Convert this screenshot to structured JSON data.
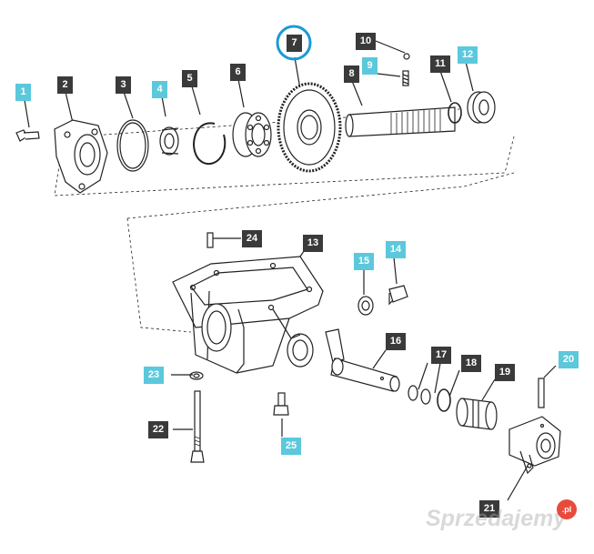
{
  "diagram": {
    "highlight_color": "#1a9ad6",
    "dark_label_color": "#3a3a3a",
    "blue_label_color": "#5bc8dc",
    "callouts": [
      {
        "id": "c1",
        "text": "1",
        "style": "cyan"
      },
      {
        "id": "c2",
        "text": "2",
        "style": "dark"
      },
      {
        "id": "c3",
        "text": "3",
        "style": "dark"
      },
      {
        "id": "c4",
        "text": "4",
        "style": "cyan"
      },
      {
        "id": "c5",
        "text": "5",
        "style": "dark"
      },
      {
        "id": "c6",
        "text": "6",
        "style": "dark"
      },
      {
        "id": "c7",
        "text": "7",
        "style": "dark"
      },
      {
        "id": "c8",
        "text": "8",
        "style": "dark"
      },
      {
        "id": "c9",
        "text": "9",
        "style": "cyan"
      },
      {
        "id": "c10",
        "text": "10",
        "style": "dark"
      },
      {
        "id": "c11",
        "text": "11",
        "style": "dark"
      },
      {
        "id": "c12",
        "text": "12",
        "style": "cyan"
      },
      {
        "id": "c13",
        "text": "13",
        "style": "dark"
      },
      {
        "id": "c14",
        "text": "14",
        "style": "cyan"
      },
      {
        "id": "c15",
        "text": "15",
        "style": "cyan"
      },
      {
        "id": "c16",
        "text": "16",
        "style": "dark"
      },
      {
        "id": "c17",
        "text": "17",
        "style": "dark"
      },
      {
        "id": "c18",
        "text": "18",
        "style": "dark"
      },
      {
        "id": "c19",
        "text": "19",
        "style": "dark"
      },
      {
        "id": "c20",
        "text": "20",
        "style": "cyan"
      },
      {
        "id": "c21",
        "text": "21",
        "style": "dark"
      },
      {
        "id": "c22",
        "text": "22",
        "style": "dark"
      },
      {
        "id": "c23",
        "text": "23",
        "style": "cyan"
      },
      {
        "id": "c24",
        "text": "24",
        "style": "dark"
      },
      {
        "id": "c25",
        "text": "25",
        "style": "cyan"
      }
    ]
  },
  "watermark": {
    "text": "Sprzedajemy",
    "badge": ".pl"
  }
}
